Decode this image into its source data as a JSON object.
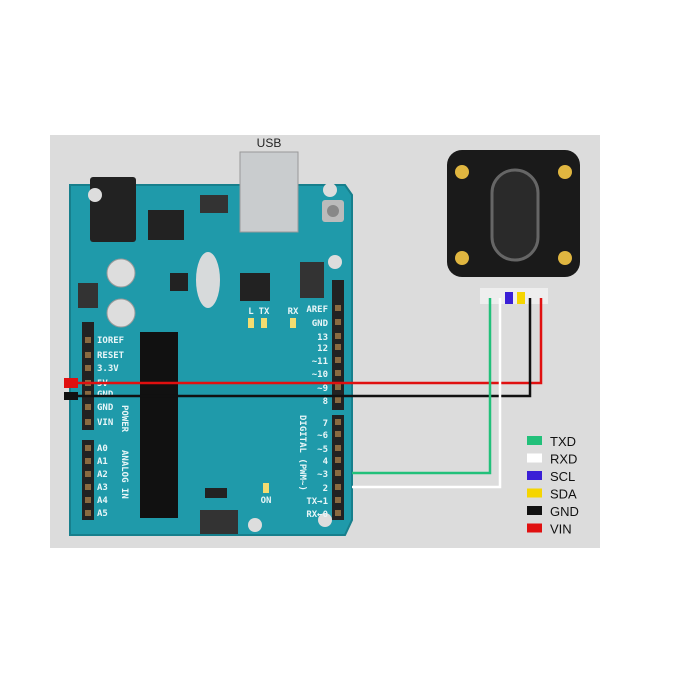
{
  "usb_label": "USB",
  "board": {
    "power_header": [
      "IOREF",
      "RESET",
      "3.3V",
      "5V",
      "GND",
      "GND",
      "VIN"
    ],
    "power_label": "POWER",
    "analog_header": [
      "A0",
      "A1",
      "A2",
      "A3",
      "A4",
      "A5"
    ],
    "analog_label": "ANALOG IN",
    "digital_header": [
      "AREF",
      "GND",
      "13",
      "12",
      "~11",
      "~10",
      "~9",
      "8",
      "7",
      "~6",
      "~5",
      "4",
      "~3",
      "2",
      "TX→1",
      "RX←0"
    ],
    "digital_label": "DIGITAL (PWM~)",
    "led_labels": [
      "L",
      "TX",
      "RX",
      "ON"
    ]
  },
  "legend": [
    {
      "label": "TXD",
      "color": "#22c07a"
    },
    {
      "label": "RXD",
      "color": "#ffffff"
    },
    {
      "label": "SCL",
      "color": "#3a1fd6"
    },
    {
      "label": "SDA",
      "color": "#f5d500"
    },
    {
      "label": "GND",
      "color": "#111111"
    },
    {
      "label": "VIN",
      "color": "#e01010"
    }
  ],
  "colors": {
    "panel": "#dcdcdc",
    "board": "#1f9aaa",
    "module": "#1a1a1a"
  }
}
